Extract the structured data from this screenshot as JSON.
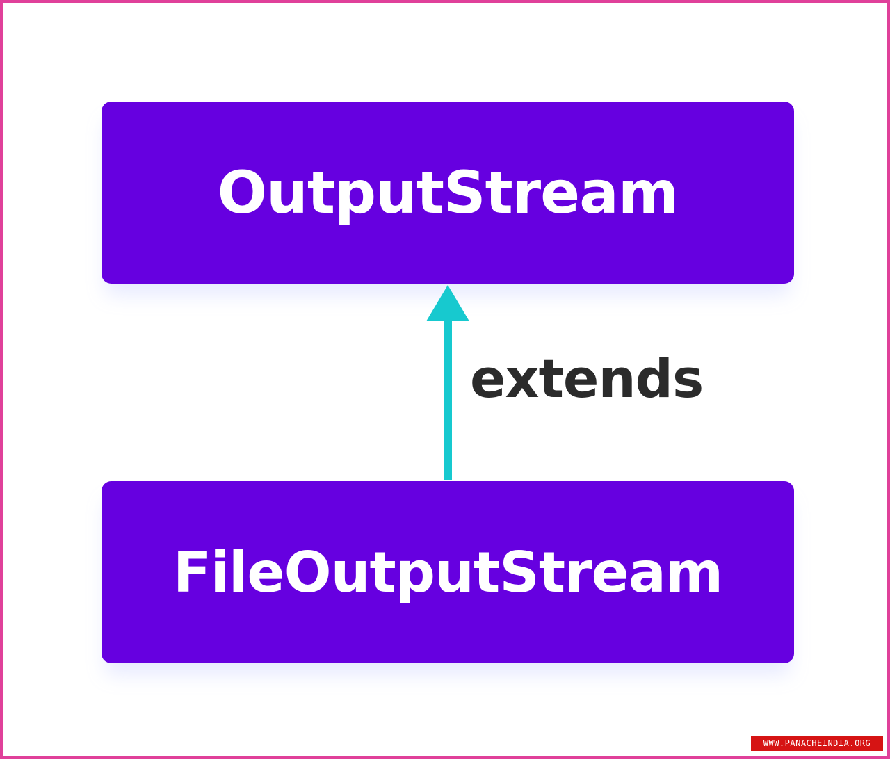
{
  "diagram": {
    "parent_class": "OutputStream",
    "child_class": "FileOutputStream",
    "relationship": "extends"
  },
  "watermark": {
    "text": "WWW.PANACHEINDIA.ORG"
  },
  "colors": {
    "frame_border": "#e0409a",
    "class_box": "#6600e0",
    "class_text": "#ffffff",
    "arrow": "#17c9cf",
    "relation_text": "#2b2b2b",
    "watermark_bg": "#d61414",
    "watermark_text": "#ffffff"
  }
}
